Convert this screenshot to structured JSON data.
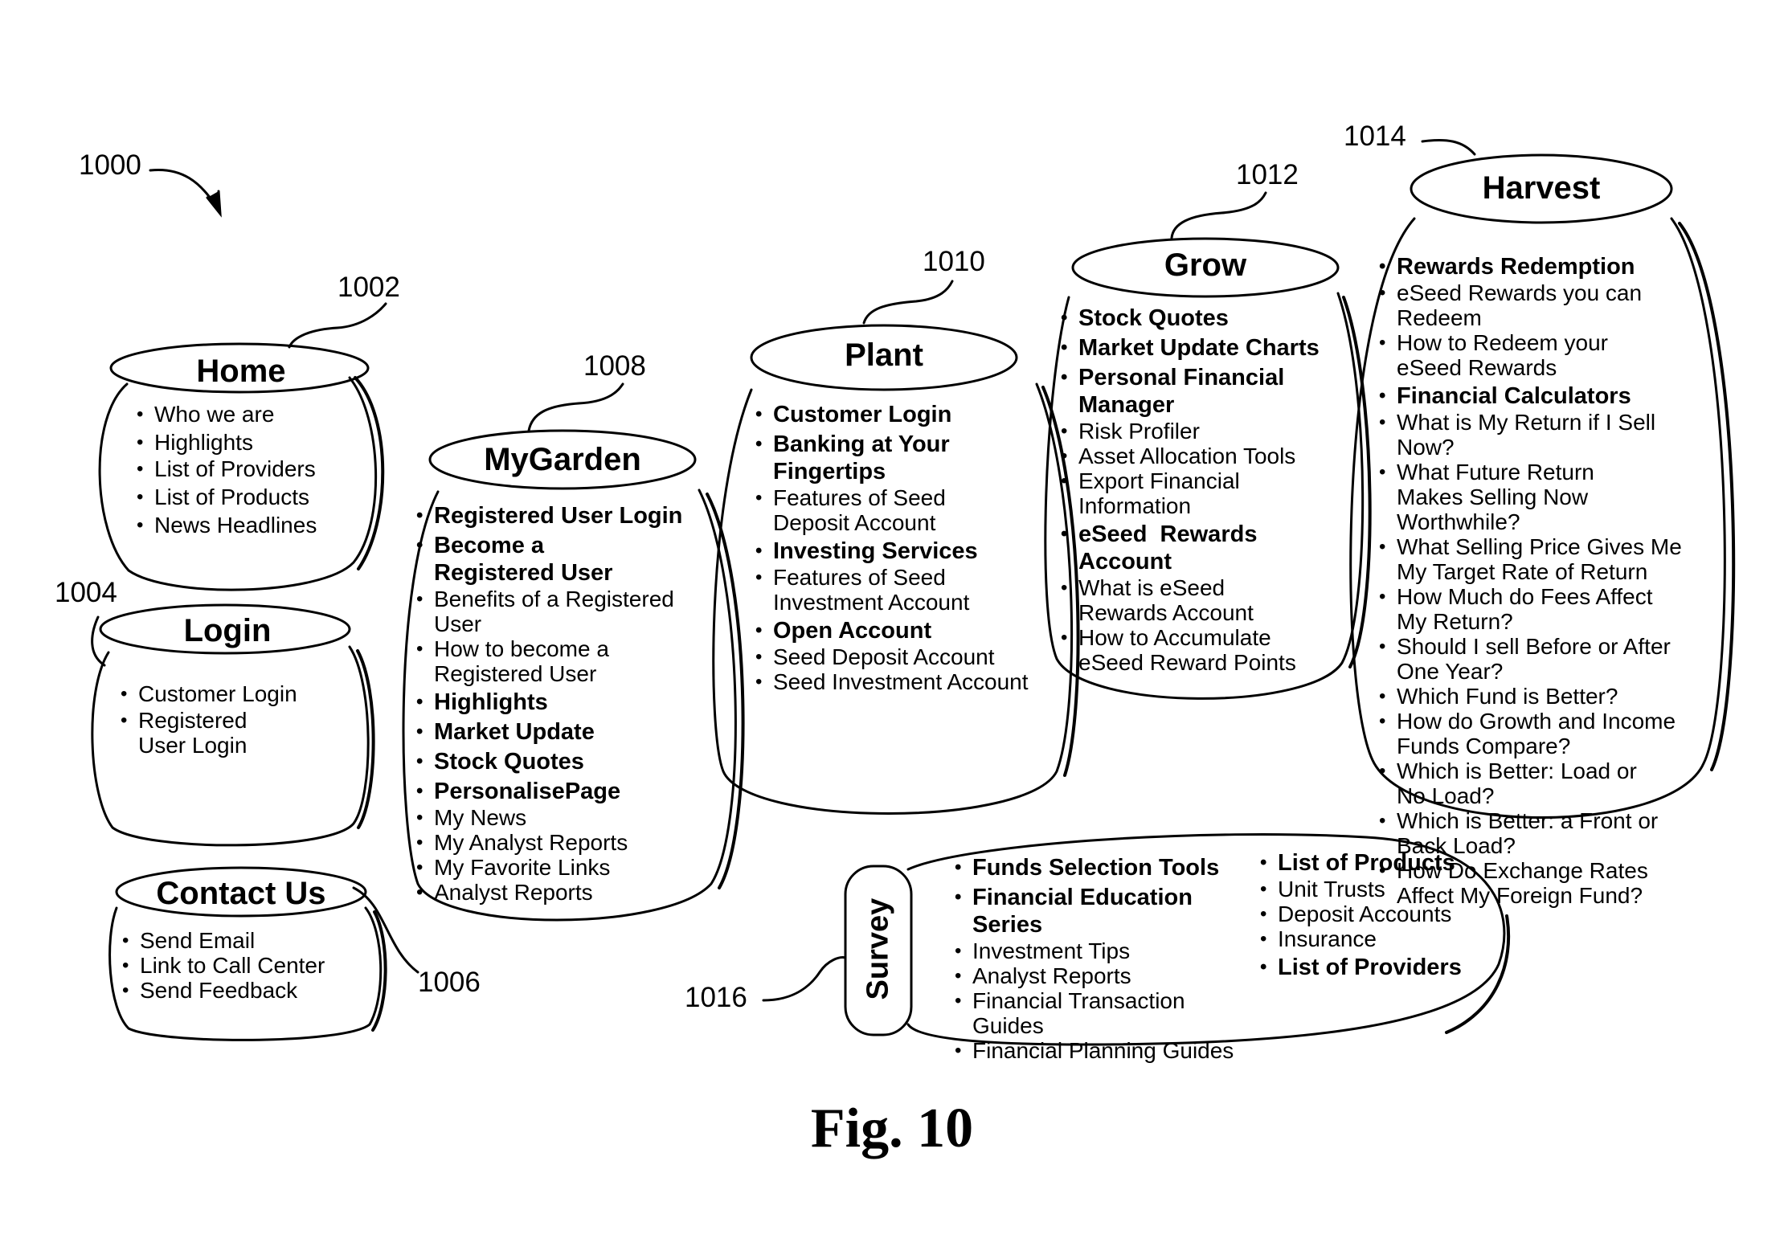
{
  "figure": {
    "ref_main": "1000",
    "caption": "Fig. 10"
  },
  "home": {
    "ref": "1002",
    "title": "Home",
    "items": [
      "Who we are",
      "Highlights",
      "List of Providers",
      "List of Products",
      "News Headlines"
    ]
  },
  "login": {
    "ref": "1004",
    "title": "Login",
    "items": [
      "Customer Login",
      "Registered User Login"
    ]
  },
  "contact": {
    "ref": "1006",
    "title": "Contact Us",
    "items": [
      "Send Email",
      "Link to Call Center",
      "Send Feedback"
    ]
  },
  "mygarden": {
    "ref": "1008",
    "title": "MyGarden",
    "items": [
      {
        "text": "Registered User Login",
        "bold": true
      },
      {
        "text": "Become a Registered User",
        "bold": true
      },
      {
        "text": "Benefits of a Registered User",
        "bold": false
      },
      {
        "text": "How to become a Registered User",
        "bold": false
      },
      {
        "text": "Highlights",
        "bold": true
      },
      {
        "text": "Market Update",
        "bold": true
      },
      {
        "text": "Stock Quotes",
        "bold": true
      },
      {
        "text": "PersonalisePage",
        "bold": true
      },
      {
        "text": "My News",
        "bold": false
      },
      {
        "text": "My Analyst Reports",
        "bold": false
      },
      {
        "text": "My Favorite Links",
        "bold": false
      },
      {
        "text": "Analyst Reports",
        "bold": false
      }
    ]
  },
  "plant": {
    "ref": "1010",
    "title": "Plant",
    "items": [
      {
        "text": "Customer Login",
        "bold": true
      },
      {
        "text": "Banking at Your Fingertips",
        "bold": true
      },
      {
        "text": "Features of Seed Deposit Account",
        "bold": false
      },
      {
        "text": "Investing Services",
        "bold": true
      },
      {
        "text": "Features of Seed Investment Account",
        "bold": false
      },
      {
        "text": "Open Account",
        "bold": true
      },
      {
        "text": "Seed Deposit Account",
        "bold": false
      },
      {
        "text": "Seed Investment Account",
        "bold": false
      }
    ]
  },
  "grow": {
    "ref": "1012",
    "title": "Grow",
    "items": [
      {
        "text": "Stock Quotes",
        "bold": true
      },
      {
        "text": "Market Update Charts",
        "bold": true
      },
      {
        "text": "Personal Financial Manager",
        "bold": true
      },
      {
        "text": "Risk Profiler",
        "bold": false
      },
      {
        "text": "Asset Allocation Tools",
        "bold": false
      },
      {
        "text": "Export Financial Information",
        "bold": false
      },
      {
        "text": "eSeed  Rewards Account",
        "bold": true
      },
      {
        "text": "What is eSeed Rewards Account",
        "bold": false
      },
      {
        "text": "How to Accumulate eSeed Reward Points",
        "bold": false
      }
    ]
  },
  "harvest": {
    "ref": "1014",
    "title": "Harvest",
    "items": [
      {
        "text": "Rewards Redemption",
        "bold": true
      },
      {
        "text": "eSeed Rewards you can Redeem",
        "bold": false
      },
      {
        "text": "How to Redeem your eSeed Rewards",
        "bold": false
      },
      {
        "text": "Financial Calculators",
        "bold": true
      },
      {
        "text": "What is My Return if I Sell Now?",
        "bold": false
      },
      {
        "text": "What Future Return Makes Selling Now Worthwhile?",
        "bold": false
      },
      {
        "text": "What Selling Price Gives Me My Target Rate of Return",
        "bold": false
      },
      {
        "text": "How Much do Fees Affect My Return?",
        "bold": false
      },
      {
        "text": "Should I sell Before or After One Year?",
        "bold": false
      },
      {
        "text": "Which Fund is Better?",
        "bold": false
      },
      {
        "text": "How do Growth and Income Funds Compare?",
        "bold": false
      },
      {
        "text": "Which is Better: Load or No Load?",
        "bold": false
      },
      {
        "text": "Which is Better: a Front or Back Load?",
        "bold": false
      },
      {
        "text": "How Do Exchange Rates Affect My Foreign Fund?",
        "bold": false
      }
    ]
  },
  "survey": {
    "ref": "1016",
    "title": "Survey",
    "left_items": [
      {
        "text": "Funds Selection Tools",
        "bold": true
      },
      {
        "text": "Financial Education Series",
        "bold": true
      },
      {
        "text": "Investment Tips",
        "bold": false
      },
      {
        "text": "Analyst Reports",
        "bold": false
      },
      {
        "text": "Financial Transaction Guides",
        "bold": false
      },
      {
        "text": "Financial Planning Guides",
        "bold": false
      }
    ],
    "right_items": [
      {
        "text": "List of Products",
        "bold": true
      },
      {
        "text": "Unit Trusts",
        "bold": false
      },
      {
        "text": "Deposit Accounts",
        "bold": false
      },
      {
        "text": "Insurance",
        "bold": false
      },
      {
        "text": "List of Providers",
        "bold": true
      }
    ]
  }
}
